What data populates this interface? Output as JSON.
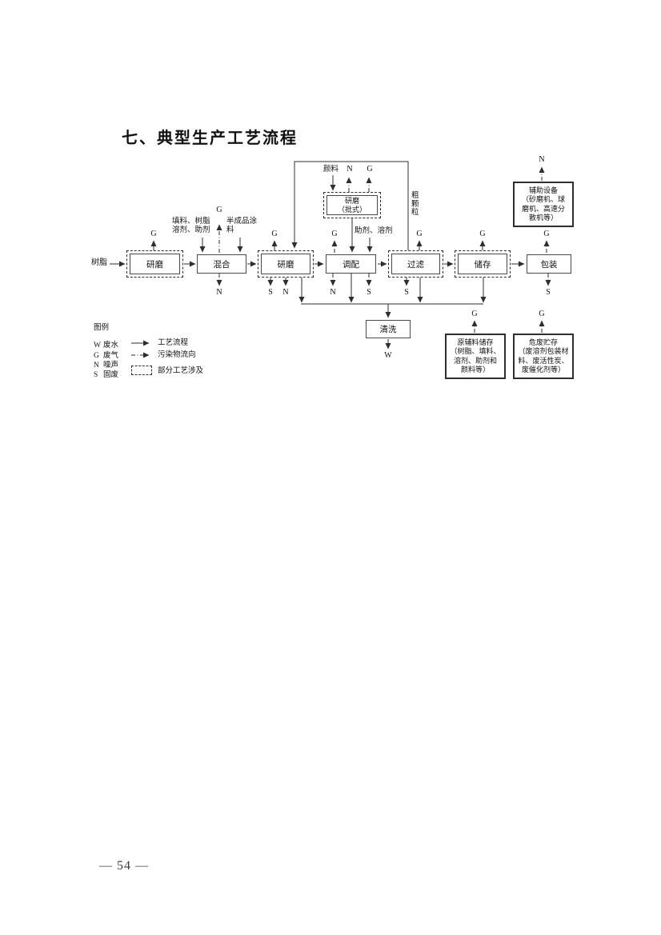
{
  "page": {
    "title": "七、典型生产工艺流程",
    "page_number": "— 54 —"
  },
  "flow": {
    "inputs": {
      "resin": "树脂",
      "pigment": "颜料",
      "filler_resin_line1": "填料、树脂",
      "filler_resin_line2": "溶剂、助剂",
      "semi_product_line1": "半成品涂",
      "semi_product_line2": "料",
      "additive_solvent": "助剂、溶剂",
      "coarse_particle": "粗颗粒"
    },
    "boxes": {
      "grind1": "研磨",
      "mix": "混合",
      "grind2": "研磨",
      "grind_batch_line1": "研磨",
      "grind_batch_line2": "（批式）",
      "blend": "调配",
      "filter": "过滤",
      "store": "储存",
      "pack": "包装",
      "clean": "清洗",
      "aux_line1": "辅助设备",
      "aux_line2": "（砂磨机、球",
      "aux_line3": "磨机、高速分",
      "aux_line4": "散机等）",
      "raw_line1": "原辅料储存",
      "raw_line2": "（树脂、填料、",
      "raw_line3": "溶剂、助剂和",
      "raw_line4": "颜料等）",
      "haz_line1": "危废贮存",
      "haz_line2": "（废溶剂包装材",
      "haz_line3": "料、废活性炭、",
      "haz_line4": "废催化剂等）"
    },
    "pollutants": {
      "W": "W",
      "G": "G",
      "N": "N",
      "S": "S"
    }
  },
  "legend": {
    "title": "图例",
    "items": [
      {
        "letter": "W",
        "label": "废水"
      },
      {
        "letter": "G",
        "label": "废气"
      },
      {
        "letter": "N",
        "label": "噪声"
      },
      {
        "letter": "S",
        "label": "固废"
      }
    ],
    "flow_label": "工艺流程",
    "pollutant_label": "污染物流向",
    "partial_label": "部分工艺涉及"
  }
}
